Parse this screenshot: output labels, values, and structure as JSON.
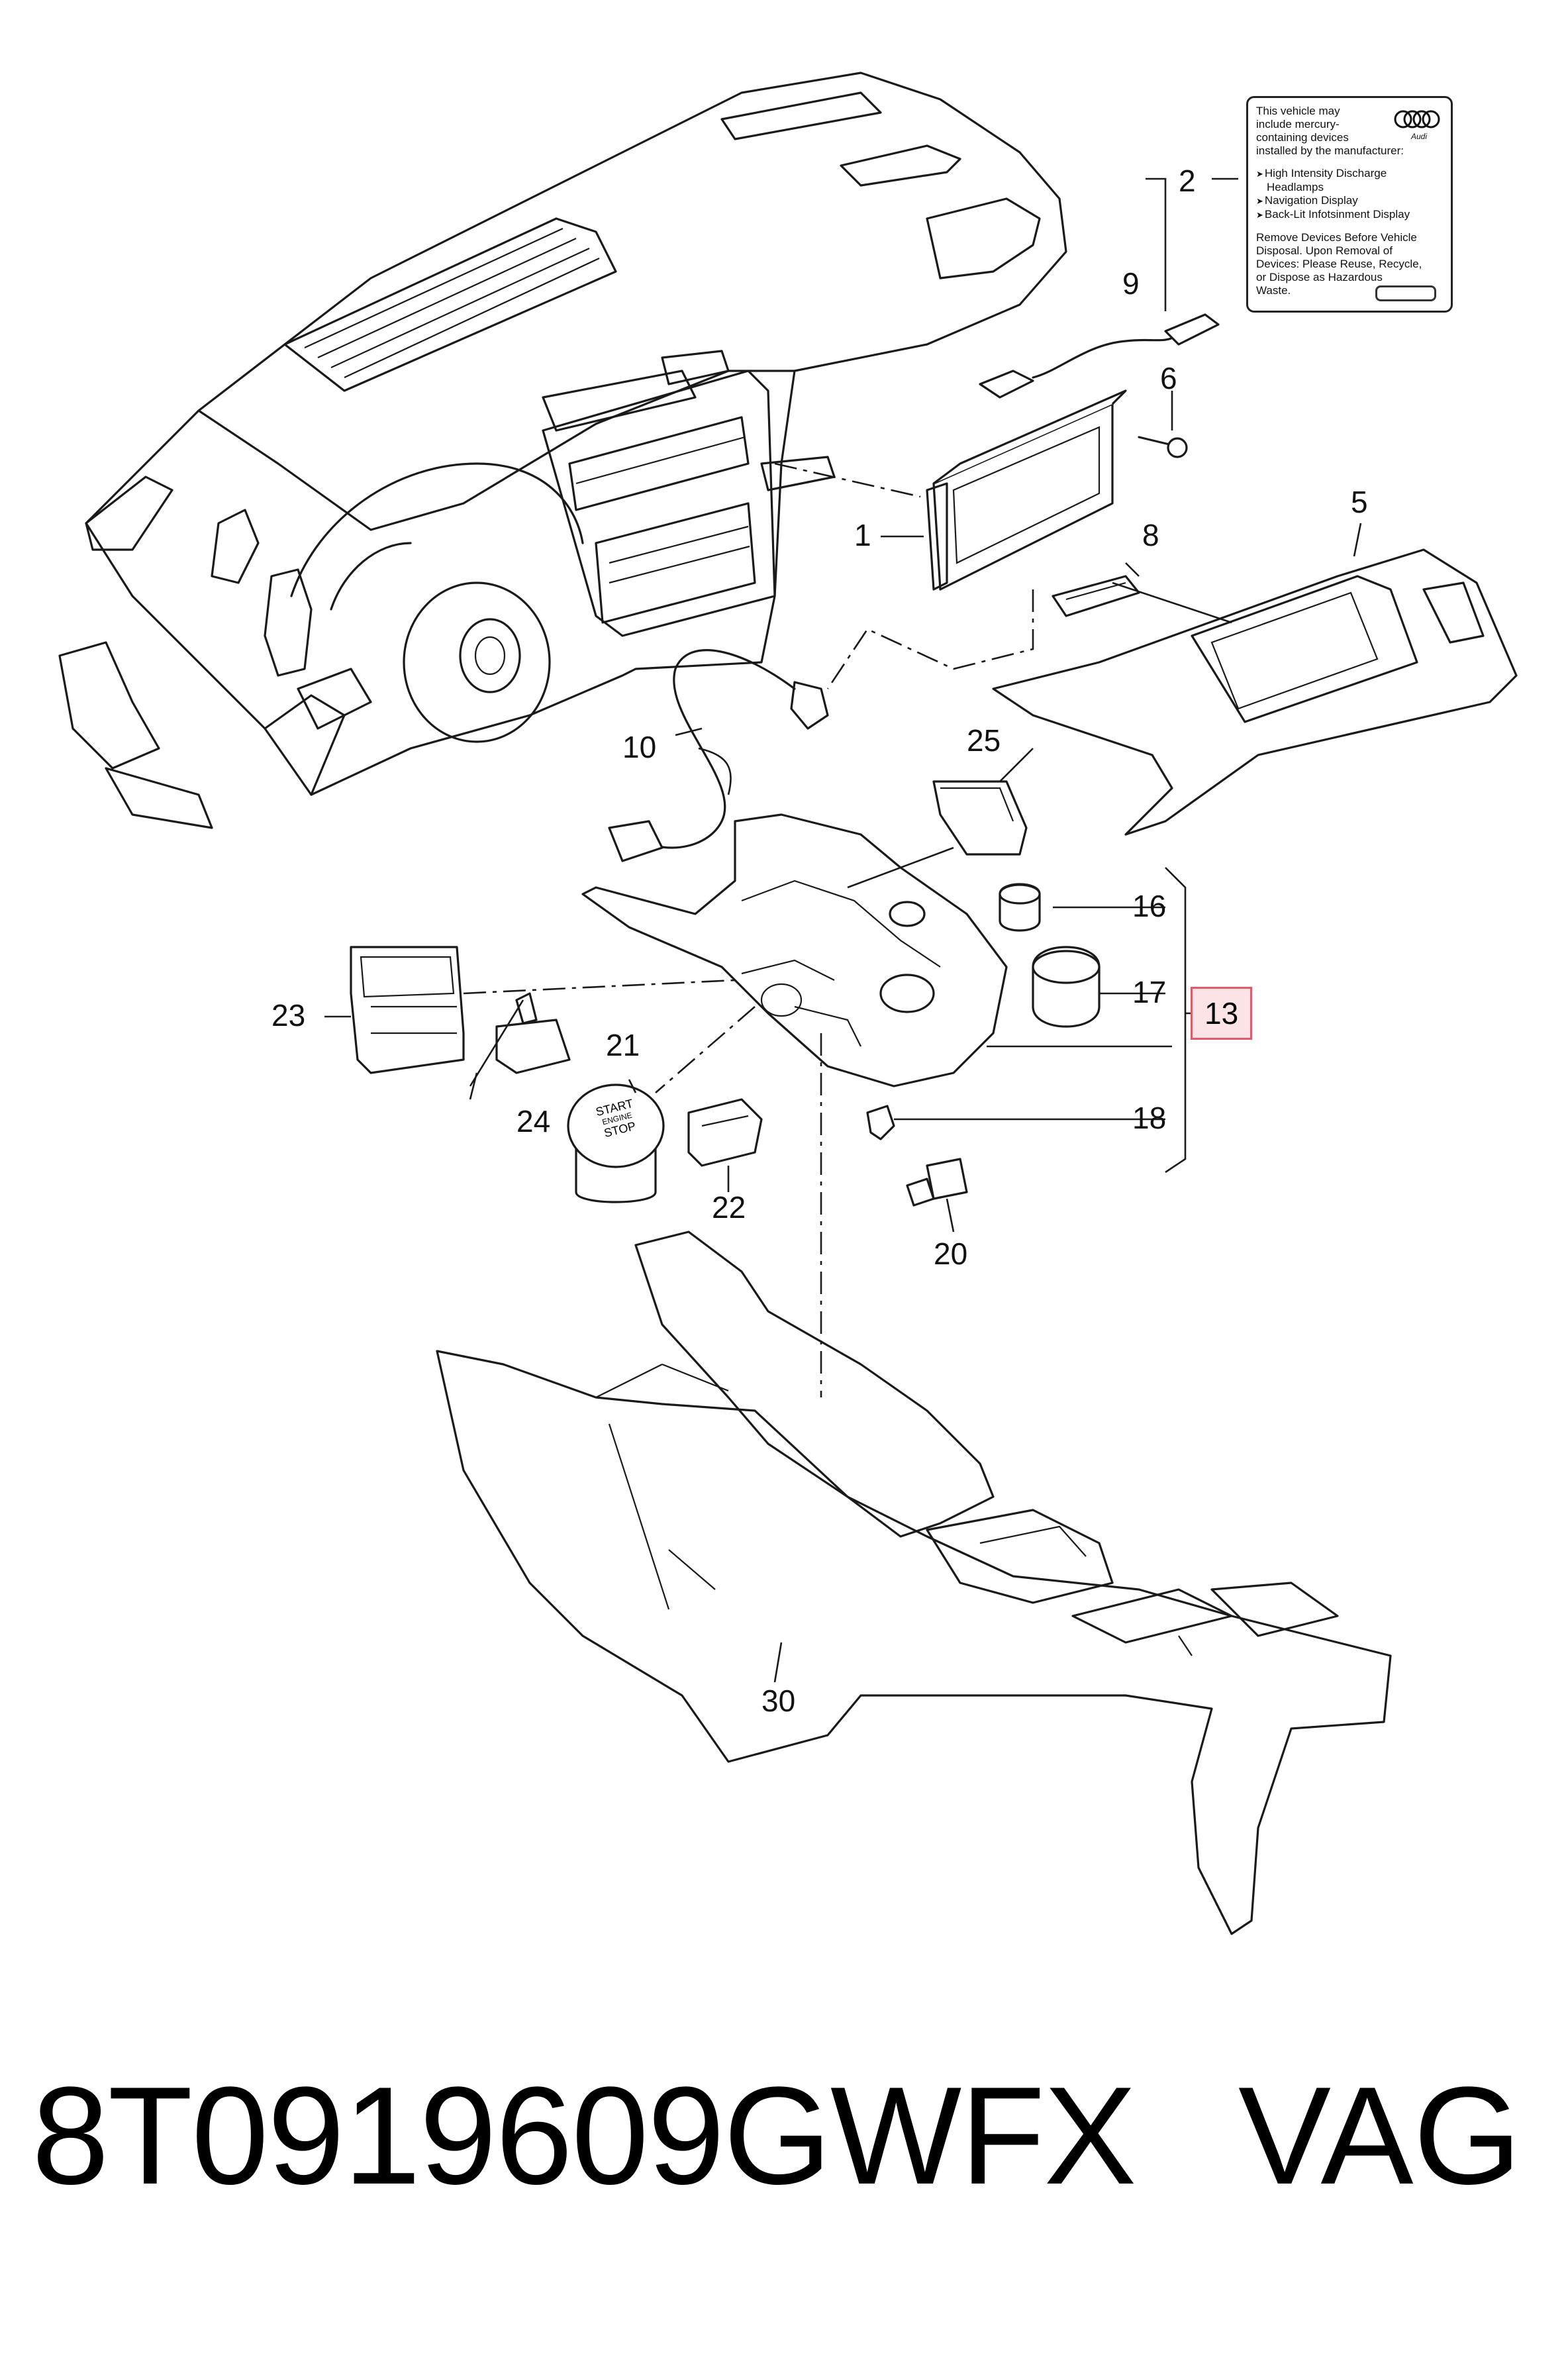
{
  "callouts": {
    "c1": "1",
    "c2": "2",
    "c5": "5",
    "c6": "6",
    "c8": "8",
    "c9": "9",
    "c10": "10",
    "c13": "13",
    "c16": "16",
    "c17": "17",
    "c18": "18",
    "c20": "20",
    "c21": "21",
    "c22": "22",
    "c23": "23",
    "c24": "24",
    "c25": "25",
    "c30": "30"
  },
  "label_card": {
    "line1": "This vehicle may",
    "line2": "include mercury-",
    "line3": "containing devices",
    "line4": "installed by the manufacturer:",
    "bullet1a": "High Intensity Discharge",
    "bullet1b": "Headlamps",
    "bullet2": "Navigation Display",
    "bullet3": "Back-Lit Infotsinment Display",
    "note1": "Remove Devices Before Vehicle",
    "note2": "Disposal. Upon Removal of",
    "note3": "Devices: Please Reuse, Recycle,",
    "note4": "or Dispose as Hazardous",
    "note5": "Waste.",
    "brand_small": "Audi"
  },
  "start_button": {
    "line1": "START",
    "line2": "ENGINE",
    "line3": "STOP"
  },
  "footer": {
    "part_number": "8T0919609GWFX",
    "brand": "VAG"
  },
  "colors": {
    "line": "#1a1a1a",
    "highlight_border": "#e05a6a",
    "highlight_fill": "#fbe3e6"
  }
}
